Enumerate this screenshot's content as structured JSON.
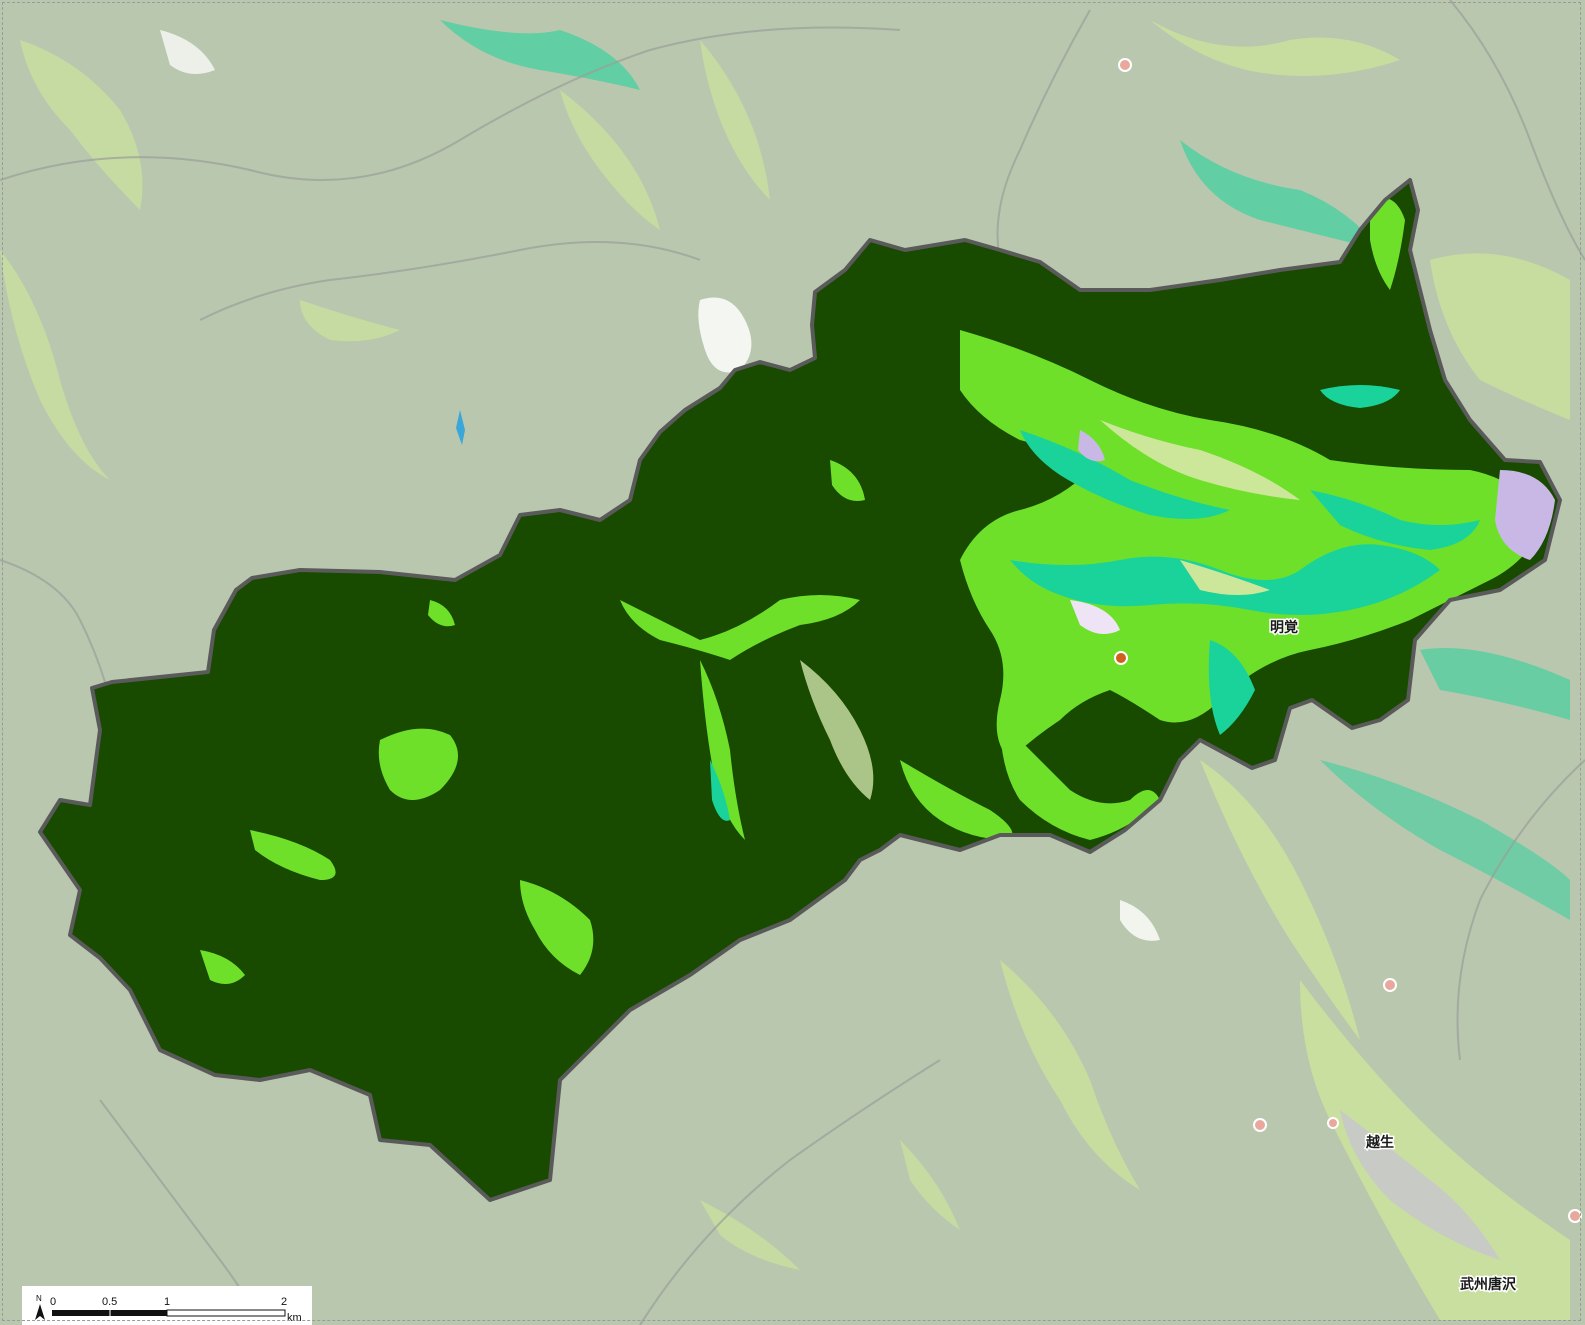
{
  "map": {
    "colors": {
      "background": "#b9c7ae",
      "study_area": "#184a00",
      "border": "#5a5a5a",
      "bright_green": "#6fe02a",
      "light_green": "#cde79a",
      "teal": "#19d39a",
      "lavender": "#c9b8e6",
      "water": "#3ba6d8"
    },
    "labels": {
      "myokaku": "明覚",
      "ogose": "越生",
      "bushu_karasawa": "武州唐沢"
    },
    "scale_bar": {
      "north_label": "N",
      "ticks": [
        "0",
        "0.5",
        "1",
        "2"
      ],
      "unit": "km"
    }
  }
}
